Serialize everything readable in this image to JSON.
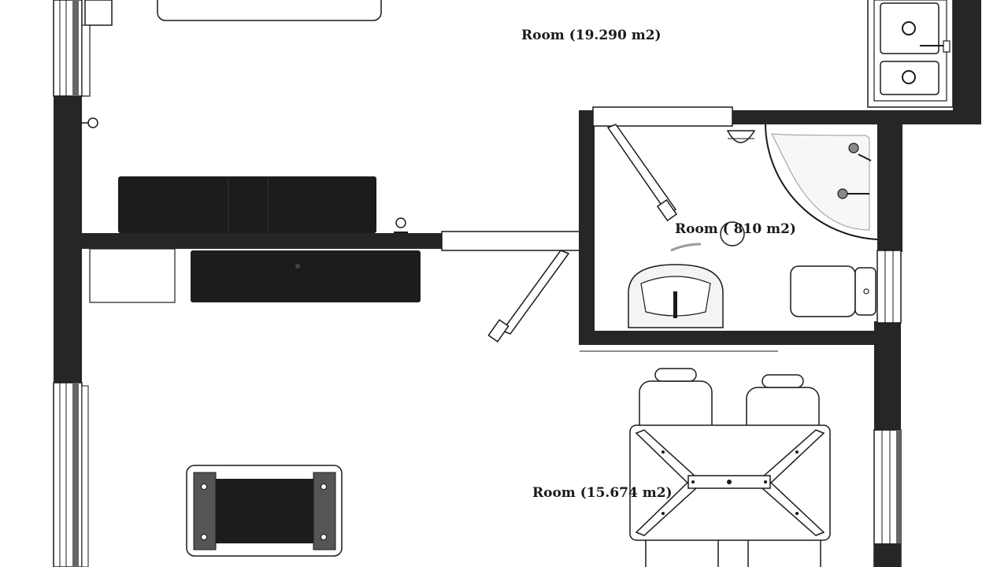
{
  "colors": {
    "wall": "#262626",
    "line": "#1a1a1a",
    "furniture_dark": "#1c1c1c",
    "background": "#ffffff"
  },
  "rooms": [
    {
      "name": "living-room",
      "label": "Room (19.290 m2)"
    },
    {
      "name": "bathroom",
      "label": "Room ( 810 m2)"
    },
    {
      "name": "dining-room",
      "label": "Room (15.674 m2)"
    }
  ]
}
